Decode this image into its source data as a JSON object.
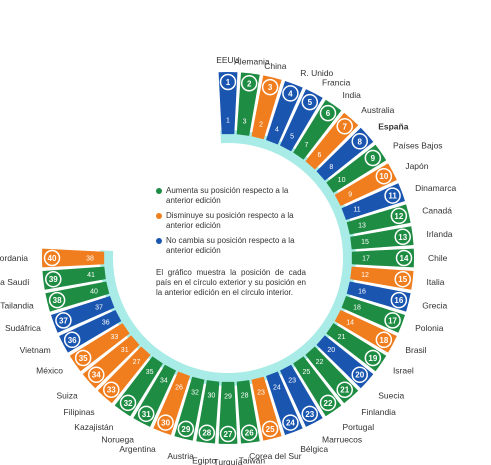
{
  "colors": {
    "up": "#1f8c43",
    "down": "#f07d1e",
    "same": "#1a55b0",
    "ring": "#a9ece7"
  },
  "legend": {
    "items": [
      {
        "key": "up",
        "text": "Aumenta su posición respecto a la anterior edición"
      },
      {
        "key": "down",
        "text": "Disminuye su posición respecto a la anterior edición"
      },
      {
        "key": "same",
        "text": "No cambia su posición respecto a la anterior edición"
      }
    ],
    "note": "El gráfico muestra la posición de cada país en el círculo exterior y su posición en la anterior edición en el círculo interior."
  },
  "chart_data": {
    "type": "radial-bar",
    "title": "",
    "highlight": "España",
    "categories": [
      "EEUU",
      "Alemania",
      "China",
      "R. Unido",
      "Francia",
      "India",
      "Australia",
      "España",
      "Países Bajos",
      "Japón",
      "Dinamarca",
      "Canadá",
      "Irlanda",
      "Chile",
      "Italia",
      "Grecia",
      "Polonia",
      "Brasil",
      "Israel",
      "Suecia",
      "Finlandia",
      "Portugal",
      "Marruecos",
      "Bélgica",
      "Corea del Sur",
      "Taiwán",
      "Turquía",
      "Egipto",
      "Austria",
      "Argentina",
      "Noruega",
      "Kazajistán",
      "Filipinas",
      "Suiza",
      "México",
      "Vietnam",
      "Sudáfrica",
      "Tailandia",
      "Arabia Saudí",
      "Jordania"
    ],
    "current_rank": [
      1,
      2,
      3,
      4,
      5,
      6,
      7,
      8,
      9,
      10,
      11,
      12,
      13,
      14,
      15,
      16,
      17,
      18,
      19,
      20,
      21,
      22,
      23,
      24,
      25,
      26,
      27,
      28,
      29,
      30,
      31,
      32,
      33,
      34,
      35,
      36,
      37,
      38,
      39,
      40
    ],
    "previous_rank": [
      1,
      3,
      2,
      4,
      5,
      7,
      6,
      8,
      10,
      9,
      11,
      13,
      15,
      17,
      12,
      16,
      18,
      14,
      21,
      20,
      22,
      25,
      23,
      24,
      23,
      28,
      29,
      30,
      32,
      26,
      34,
      35,
      27,
      31,
      33,
      36,
      37,
      40,
      41,
      38
    ],
    "change": [
      "same",
      "up",
      "down",
      "same",
      "same",
      "up",
      "down",
      "same",
      "up",
      "down",
      "same",
      "up",
      "up",
      "up",
      "down",
      "same",
      "up",
      "down",
      "up",
      "same",
      "up",
      "up",
      "same",
      "same",
      "down",
      "up",
      "up",
      "up",
      "up",
      "down",
      "up",
      "up",
      "down",
      "down",
      "down",
      "same",
      "same",
      "up",
      "up",
      "down"
    ]
  }
}
